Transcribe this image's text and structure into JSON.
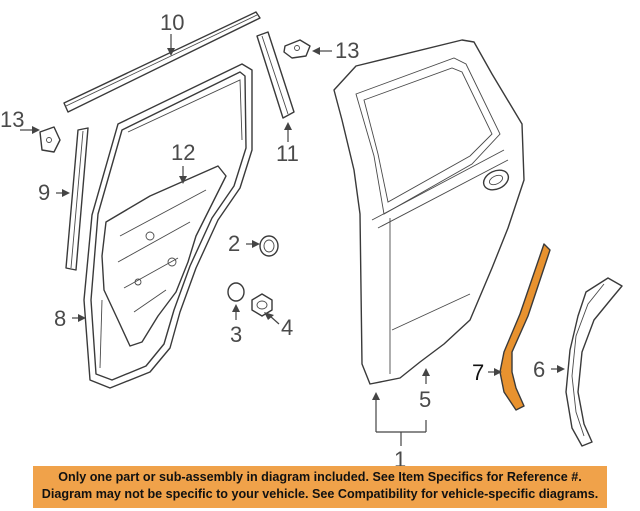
{
  "callouts": {
    "c1": "1",
    "c2": "2",
    "c3": "3",
    "c4": "4",
    "c5": "5",
    "c6": "6",
    "c7": "7",
    "c8": "8",
    "c9": "9",
    "c10": "10",
    "c11": "11",
    "c12": "12",
    "c13a": "13",
    "c13b": "13"
  },
  "highlight_color": "#e8922f",
  "banner": {
    "line1": "Only one part or sub-assembly in diagram included. See Item Specifics for Reference #.",
    "line2": "Diagram may not be specific to your vehicle. See Compatibility for vehicle-specific diagrams.",
    "color": "#f0a24a"
  }
}
